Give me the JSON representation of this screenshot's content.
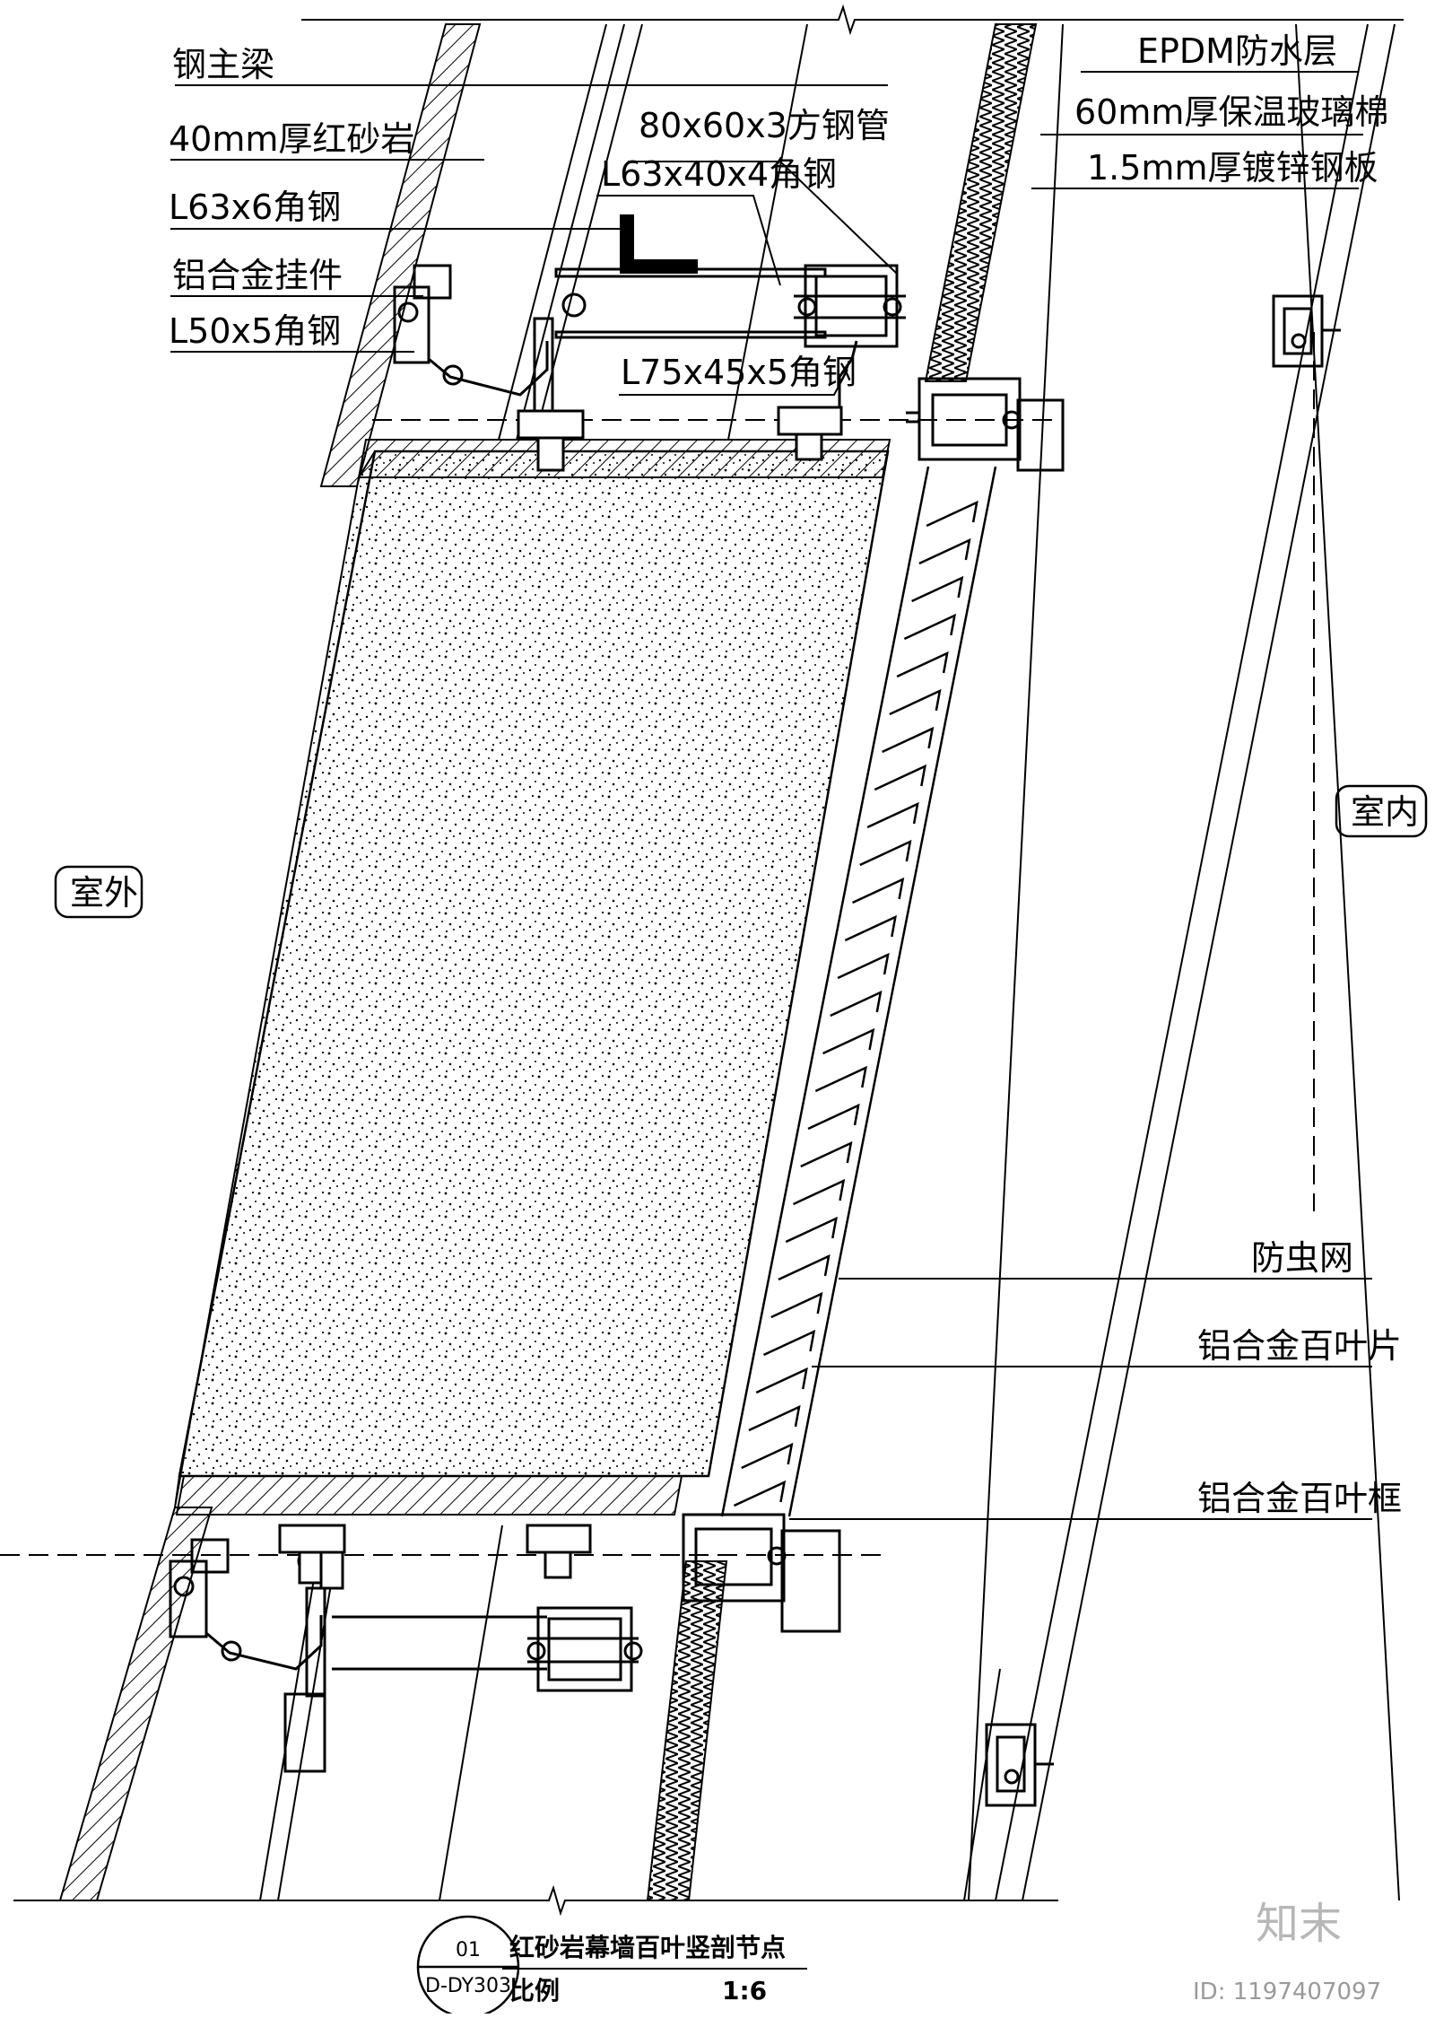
{
  "labels": {
    "steel_main_beam": "钢主梁",
    "red_sandstone": "40mm厚红砂岩",
    "angle_l63x6": "L63x6角钢",
    "alu_hanger": "铝合金挂件",
    "angle_l50x5": "L50x5角钢",
    "square_tube": "80x60x3方钢管",
    "angle_l63x40x4": "L63x40x4角钢",
    "angle_l75x45x5": "L75x45x5角钢",
    "epdm": "EPDM防水层",
    "glass_wool": "60mm厚保温玻璃棉",
    "galv_plate": "1.5mm厚镀锌钢板",
    "insect_screen": "防虫网",
    "louver_blade": "铝合金百叶片",
    "louver_frame": "铝合金百叶框"
  },
  "rooms": {
    "outdoor": "室外",
    "indoor": "室内"
  },
  "title_block": {
    "number": "01",
    "sheet": "D-DY303",
    "title": "红砂岩幕墙百叶竖剖节点",
    "scale_label": "比例",
    "scale_value": "1:6"
  },
  "watermark": {
    "logo": "知末",
    "id": "ID: 1197407097"
  }
}
